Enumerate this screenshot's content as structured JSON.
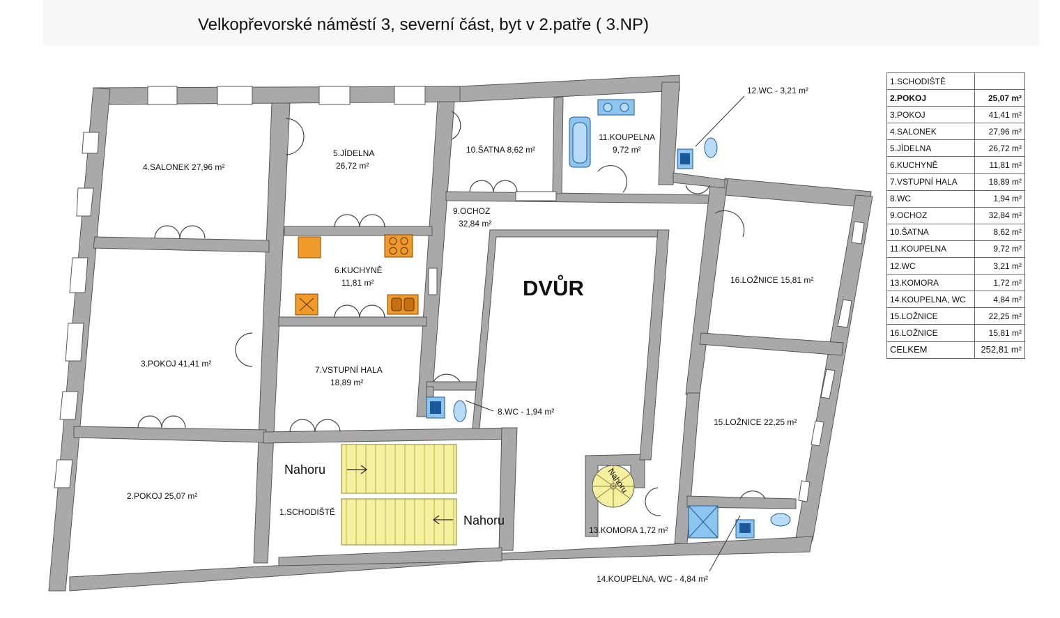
{
  "page": {
    "title": "Velkopřevorské náměstí 3, severní část, byt v 2.patře ( 3.NP)"
  },
  "rooms": [
    {
      "id": "salonek",
      "name": "4.SALONEK",
      "area": "27,96 m²"
    },
    {
      "id": "jidelna",
      "name": "5.JÍDELNA",
      "area": "26,72 m²"
    },
    {
      "id": "satna",
      "name": "10.ŠATNA",
      "area": "8,62 m²"
    },
    {
      "id": "koupelna",
      "name": "11.KOUPELNA",
      "area": "9,72 m²"
    },
    {
      "id": "wc12",
      "name": "12.WC - 3,21 m²",
      "area": ""
    },
    {
      "id": "ochoz",
      "name": "9.OCHOZ",
      "area": "32,84 m²"
    },
    {
      "id": "kuchyne",
      "name": "6.KUCHYNĚ",
      "area": "11,81 m²"
    },
    {
      "id": "pokoj3",
      "name": "3.POKOJ",
      "area": "41,41 m²"
    },
    {
      "id": "hala",
      "name": "7.VSTUPNÍ HALA",
      "area": "18,89 m²"
    },
    {
      "id": "wc8",
      "name": "8.WC - 1,94 m²",
      "area": ""
    },
    {
      "id": "pokoj2",
      "name": "2.POKOJ",
      "area": "25,07 m²"
    },
    {
      "id": "schodiste",
      "name": "1.SCHODIŠTĚ",
      "area": ""
    },
    {
      "id": "loznice16",
      "name": "16.LOŽNICE",
      "area": "15,81 m²"
    },
    {
      "id": "loznice15",
      "name": "15.LOŽNICE",
      "area": "22,25 m²"
    },
    {
      "id": "komora",
      "name": "13.KOMORA",
      "area": "1,72 m²"
    },
    {
      "id": "koupelna14",
      "name": "14.KOUPELNA, WC - 4,84 m²",
      "area": ""
    }
  ],
  "labels": {
    "courtyard": "DVŮR",
    "stairs_up_1": "Nahoru",
    "stairs_up_2": "Nahoru",
    "spiral_up": "Nahoru"
  },
  "area_table": {
    "rows": [
      {
        "name": "1.SCHODIŠTĚ",
        "value": ""
      },
      {
        "name": "2.POKOJ",
        "value": "25,07 m²"
      },
      {
        "name": "3.POKOJ",
        "value": "41,41 m²"
      },
      {
        "name": "4.SALONEK",
        "value": "27,96 m²"
      },
      {
        "name": "5.JÍDELNA",
        "value": "26,72 m²"
      },
      {
        "name": "6.KUCHYNĚ",
        "value": "11,81 m²"
      },
      {
        "name": "7.VSTUPNÍ HALA",
        "value": "18,89 m²"
      },
      {
        "name": "8.WC",
        "value": "1,94 m²"
      },
      {
        "name": "9.OCHOZ",
        "value": "32,84 m²"
      },
      {
        "name": "10.ŠATNA",
        "value": "8,62 m²"
      },
      {
        "name": "11.KOUPELNA",
        "value": "9,72 m²"
      },
      {
        "name": "12.WC",
        "value": "3,21 m²"
      },
      {
        "name": "13.KOMORA",
        "value": "1,72 m²"
      },
      {
        "name": "14.KOUPELNA, WC",
        "value": "4,84 m²"
      },
      {
        "name": "15.LOŽNICE",
        "value": "22,25 m²"
      },
      {
        "name": "16.LOŽNICE",
        "value": "15,81 m²"
      }
    ],
    "total_label": "CELKEM",
    "total_value": "252,81 m²"
  },
  "colors": {
    "wall": "#a9a9a9",
    "wall_edge": "#555555",
    "stairs": "#f5f0a0",
    "kitchen": "#f09a2a",
    "bath": "#8ec4f0",
    "bath_edge": "#1a5a9a"
  }
}
